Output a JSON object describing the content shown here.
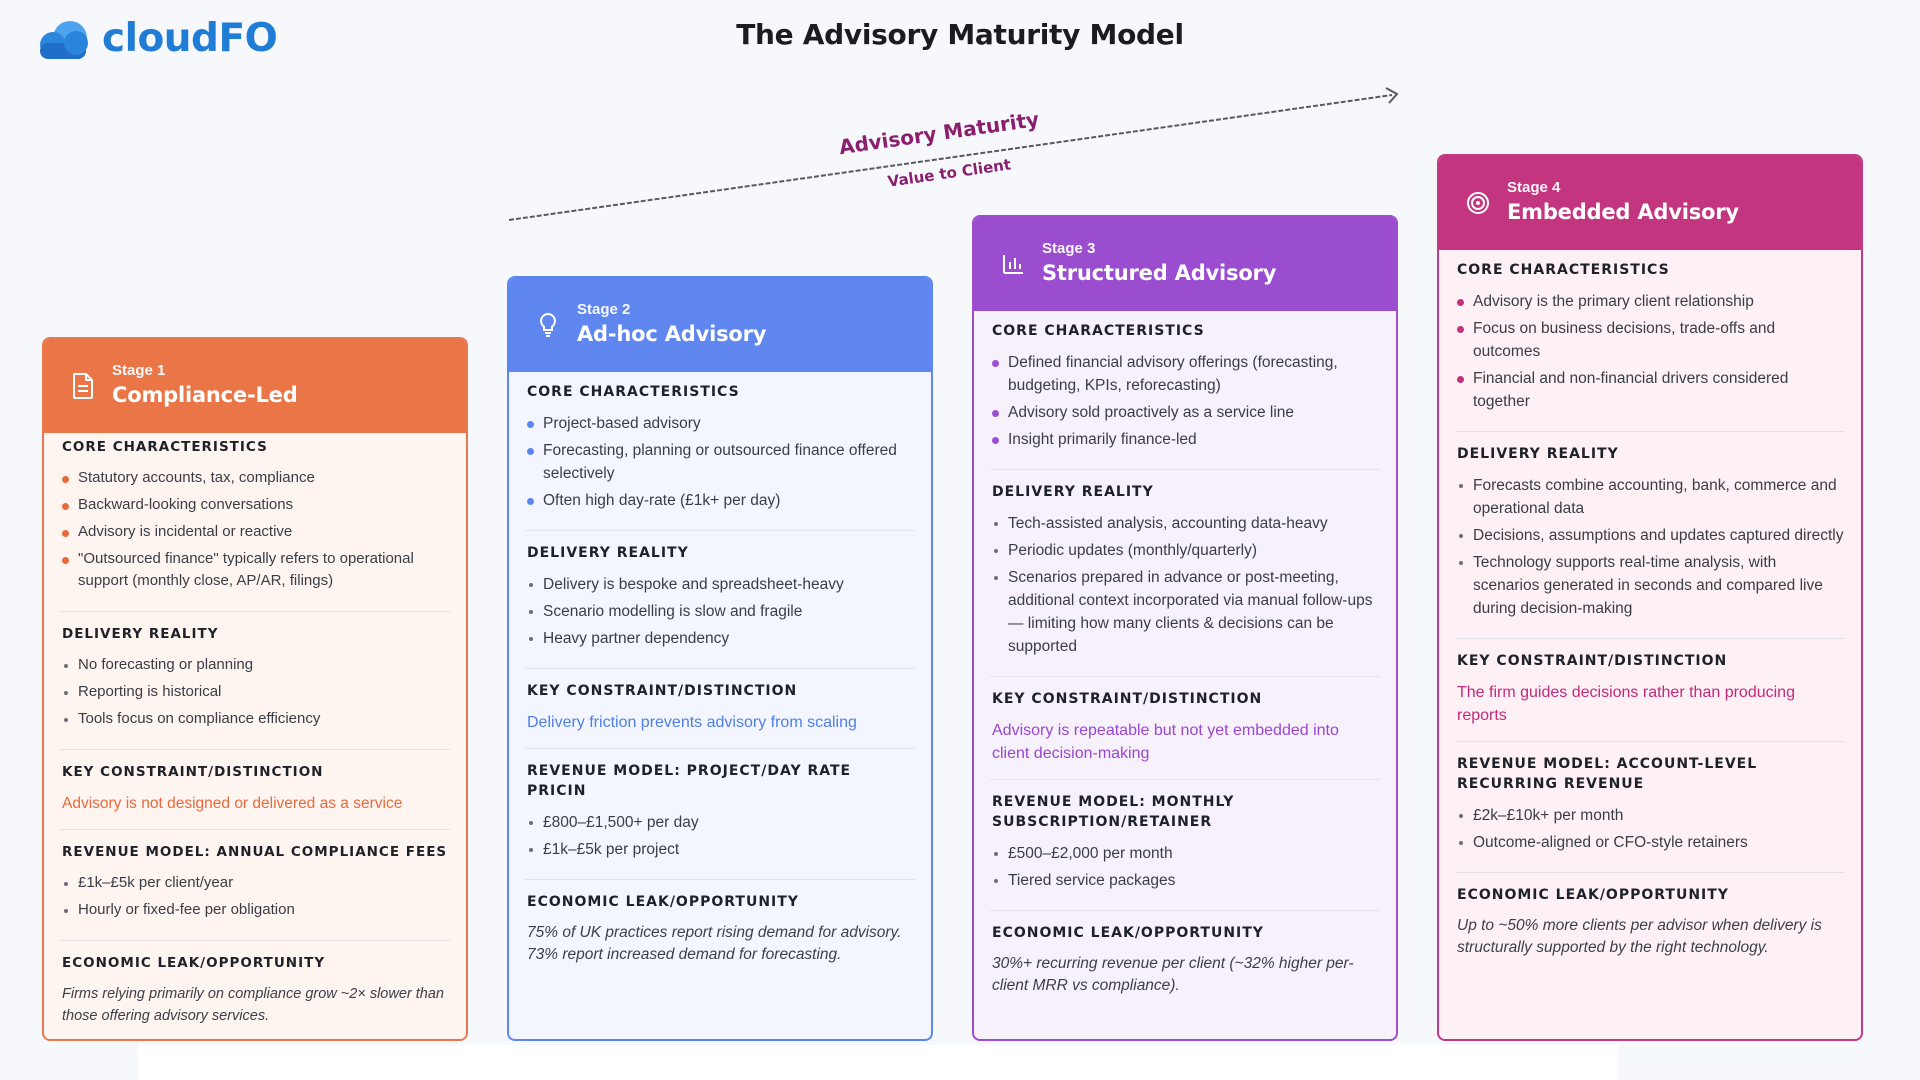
{
  "brand": {
    "logo_text": "cloudFO",
    "accent": "#1f7dd6"
  },
  "page": {
    "title": "The Advisory Maturity Model"
  },
  "arrow": {
    "label": "Advisory Maturity",
    "sublabel": "Value to Client",
    "color": "#8a1f6e"
  },
  "stages": [
    {
      "stage_label": "Stage 1",
      "name": "Compliance-Led",
      "icon": "document-icon",
      "color": "#ea7547",
      "core_title": "Core Characteristics",
      "core": [
        "Statutory accounts, tax, compliance",
        "Backward-looking conversations",
        "Advisory is incidental or reactive",
        "\"Outsourced finance\" typically refers to operational support (monthly close, AP/AR, filings)"
      ],
      "delivery_title": "Delivery Reality",
      "delivery": [
        "No forecasting or planning",
        "Reporting is historical",
        "Tools focus on compliance efficiency"
      ],
      "constraint_title": "Key Constraint/Distinction",
      "constraint": "Advisory is not designed or delivered as a service",
      "revenue_title": "Revenue Model: Annual compliance fees",
      "revenue": [
        "£1k–£5k per client/year",
        "Hourly or fixed-fee per obligation"
      ],
      "leak_title": "Economic Leak/Opportunity",
      "leak": "Firms relying primarily on compliance grow ~2× slower than those offering advisory services."
    },
    {
      "stage_label": "Stage 2",
      "name": "Ad-hoc Advisory",
      "icon": "lightbulb-icon",
      "color": "#5f87ef",
      "core_title": "Core Characteristics",
      "core": [
        "Project-based advisory",
        "Forecasting, planning or outsourced finance offered selectively",
        "Often high day-rate (£1k+ per day)"
      ],
      "delivery_title": "Delivery Reality",
      "delivery": [
        "Delivery is bespoke and spreadsheet-heavy",
        "Scenario modelling is slow and fragile",
        "Heavy partner dependency"
      ],
      "constraint_title": "Key Constraint/Distinction",
      "constraint": "Delivery friction prevents advisory from scaling",
      "revenue_title": "Revenue Model: Project/day rate pricin",
      "revenue": [
        "£800–£1,500+ per day",
        "£1k–£5k per project"
      ],
      "leak_title": "Economic Leak/Opportunity",
      "leak": "75% of UK practices report rising demand for advisory. 73% report increased demand for forecasting."
    },
    {
      "stage_label": "Stage 3",
      "name": "Structured Advisory",
      "icon": "bar-chart-icon",
      "color": "#9b4dcf",
      "core_title": "Core Characteristics",
      "core": [
        "Defined financial advisory offerings (forecasting, budgeting, KPIs, reforecasting)",
        "Advisory sold proactively as a service line",
        "Insight primarily finance-led"
      ],
      "delivery_title": "Delivery Reality",
      "delivery": [
        "Tech-assisted analysis, accounting data-heavy",
        "Periodic updates (monthly/quarterly)",
        "Scenarios prepared in advance or post-meeting, additional context incorporated via manual follow-ups — limiting how many clients & decisions can be supported"
      ],
      "constraint_title": "Key Constraint/Distinction",
      "constraint": "Advisory is repeatable but not yet embedded into client decision-making",
      "revenue_title": "Revenue Model: Monthly subscription/retainer",
      "revenue": [
        "£500–£2,000 per month",
        "Tiered service packages"
      ],
      "leak_title": "Economic Leak/Opportunity",
      "leak": "30%+ recurring revenue per client (~32% higher per-client MRR vs compliance)."
    },
    {
      "stage_label": "Stage 4",
      "name": "Embedded Advisory",
      "icon": "target-icon",
      "color": "#c3357e",
      "core_title": "Core Characteristics",
      "core": [
        "Advisory is the primary client relationship",
        "Focus on business decisions, trade-offs and outcomes",
        "Financial and non-financial drivers considered together"
      ],
      "delivery_title": "Delivery Reality",
      "delivery": [
        "Forecasts combine accounting, bank, commerce and operational data",
        "Decisions, assumptions and updates captured directly",
        "Technology supports real-time analysis, with scenarios generated in seconds and compared live during decision-making"
      ],
      "constraint_title": "Key Constraint/Distinction",
      "constraint": "The firm guides decisions rather than producing reports",
      "revenue_title": "Revenue Model: Account-level recurring revenue",
      "revenue": [
        "£2k–£10k+ per month",
        "Outcome-aligned or CFO-style retainers"
      ],
      "leak_title": "Economic Leak/Opportunity",
      "leak": "Up to ~50% more clients per advisor when delivery is structurally supported by the right technology."
    }
  ]
}
